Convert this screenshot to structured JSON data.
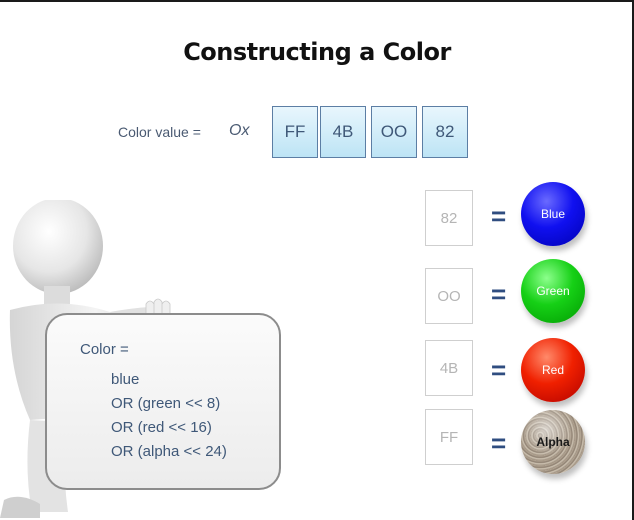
{
  "slide": {
    "title": "Constructing a Color",
    "color_value_label": "Color value =",
    "hex_prefix": "Ox",
    "bytes": [
      "FF",
      "4B",
      "OO",
      "82"
    ],
    "components": [
      {
        "value": "82",
        "name": "Blue",
        "color": "#0000ee"
      },
      {
        "value": "OO",
        "name": "Green",
        "color": "#11cc11"
      },
      {
        "value": "4B",
        "name": "Red",
        "color": "#ee1100"
      },
      {
        "value": "FF",
        "name": "Alpha",
        "color": "#a89a88"
      }
    ],
    "equals_sign": "=",
    "code": {
      "line1": "Color =",
      "line2": "blue",
      "line3": "OR (green << 8)",
      "line4": "OR (red << 16)",
      "line5": "OR (alpha << 24)"
    }
  }
}
